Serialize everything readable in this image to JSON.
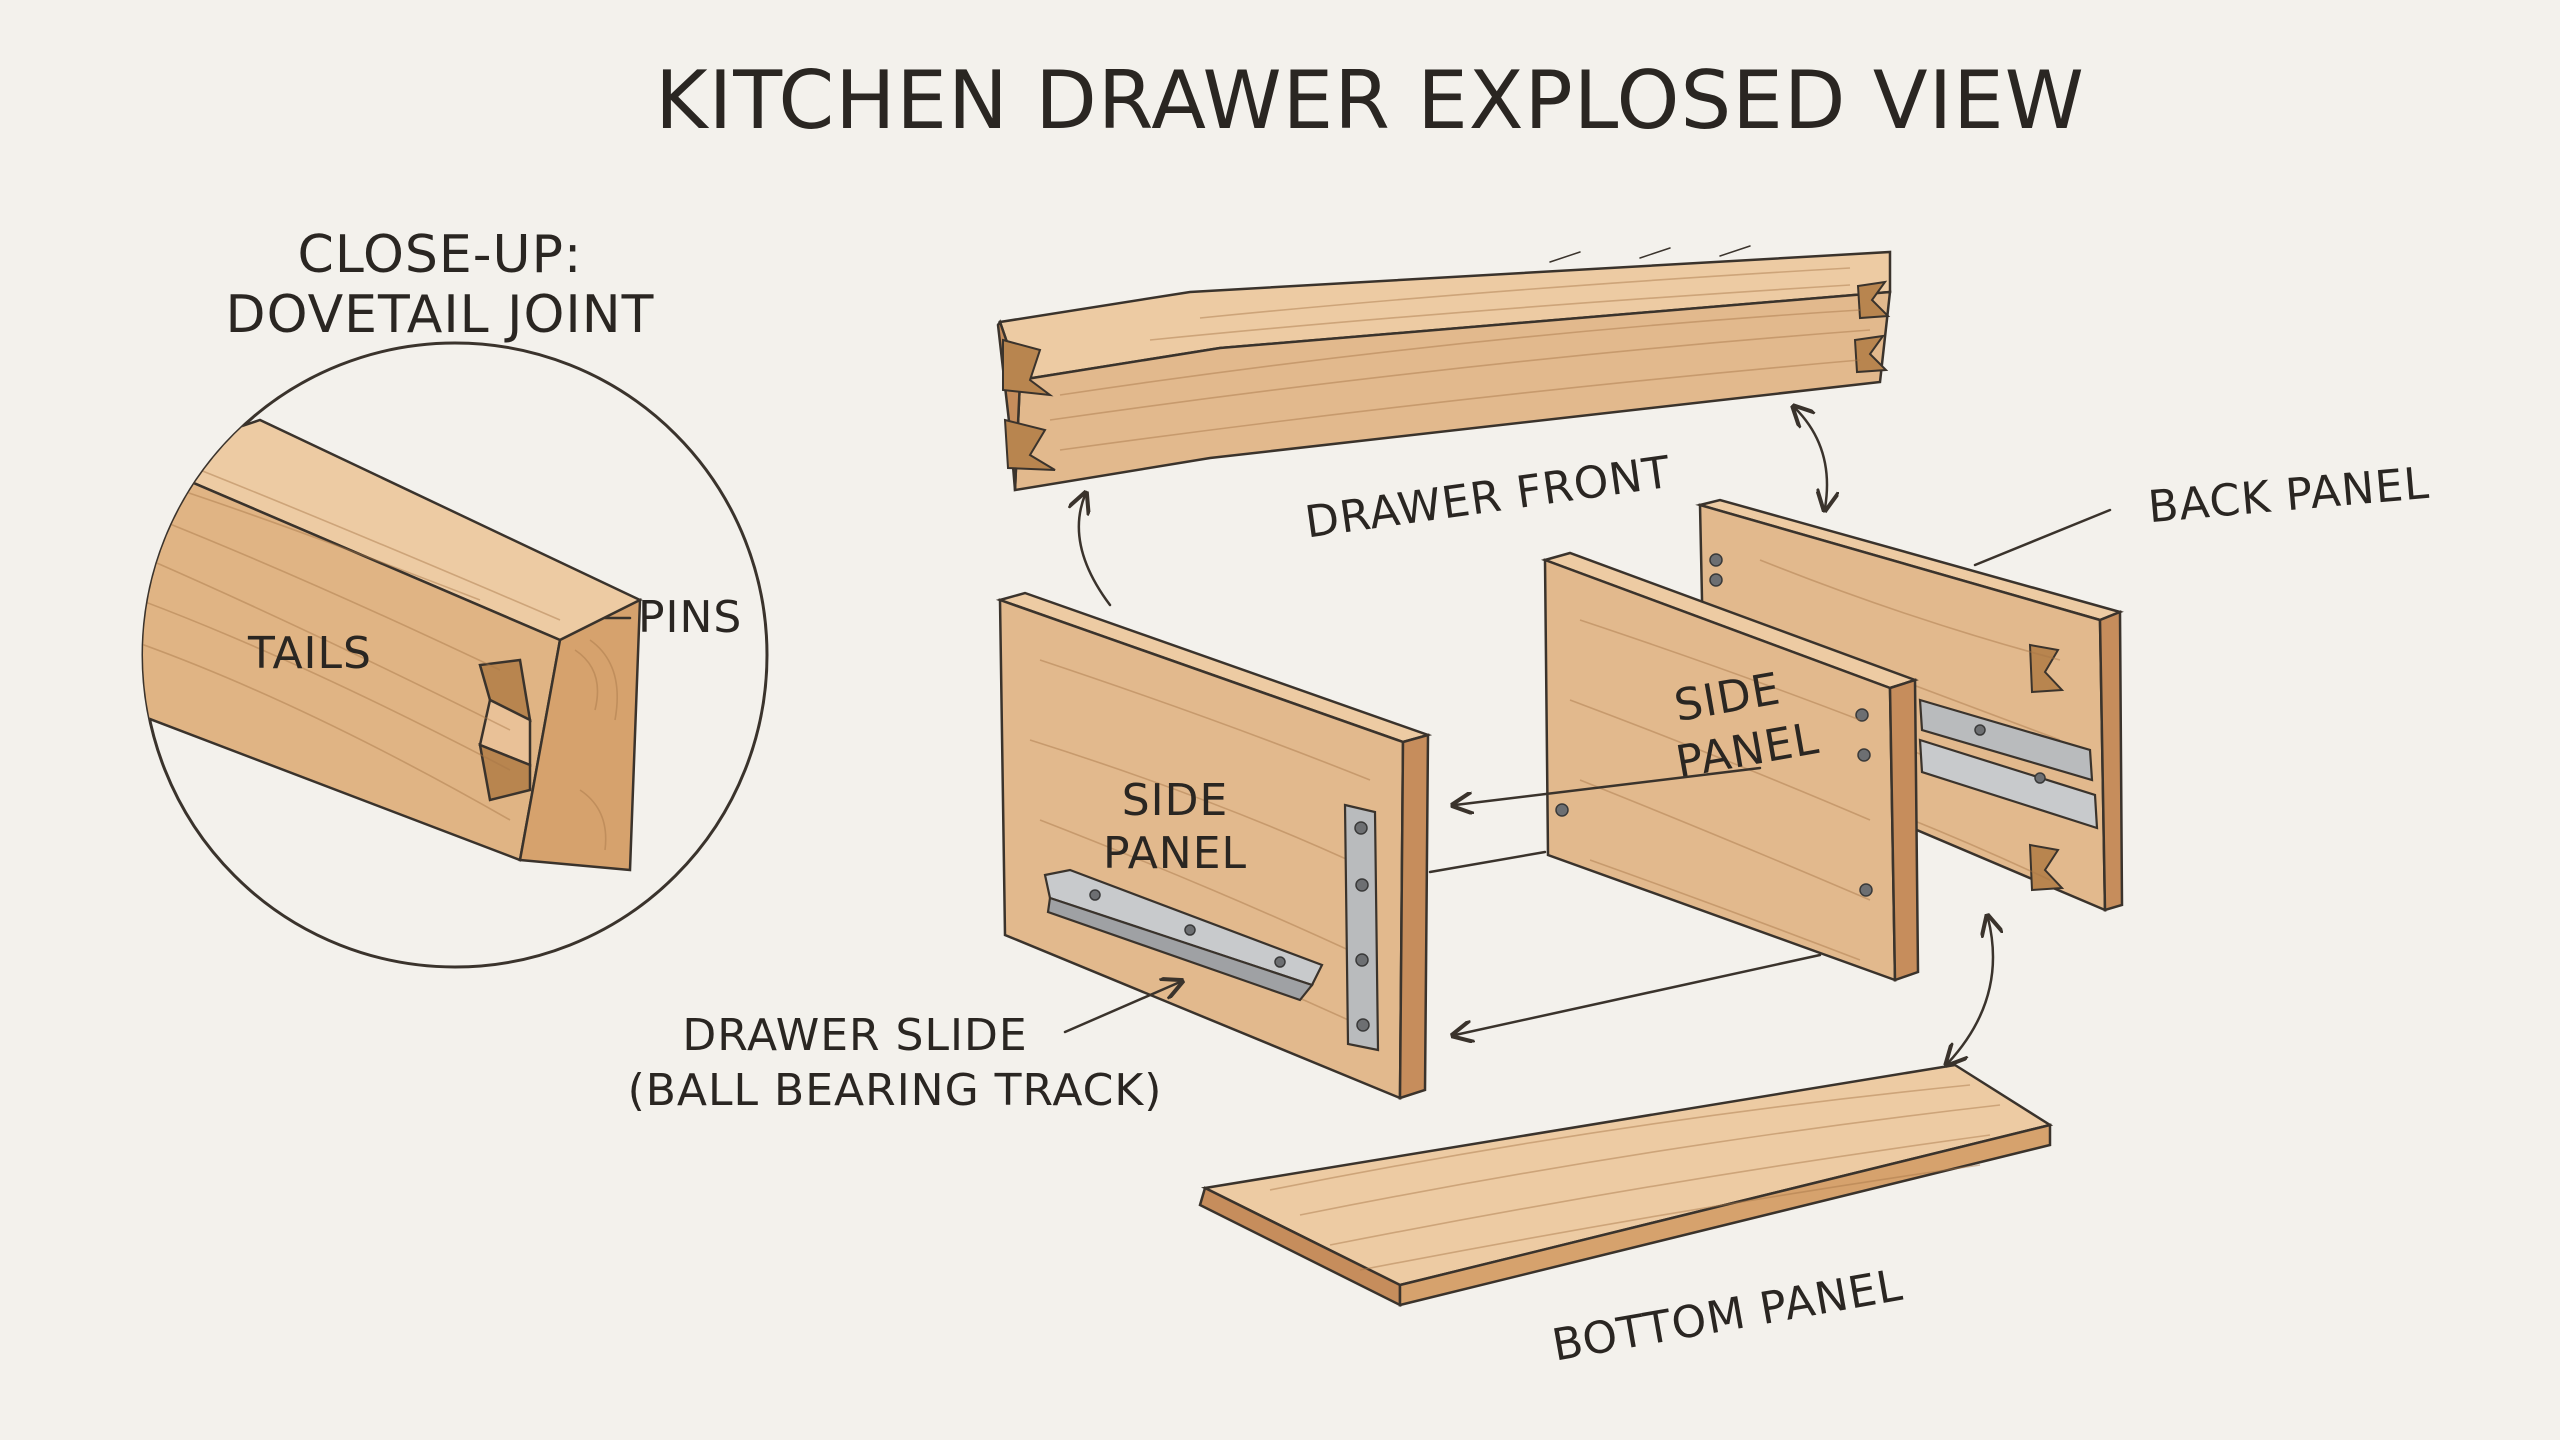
{
  "title": "KITCHEN DRAWER EXPLOSED VIEW",
  "closeup": {
    "heading_line1": "CLOSE-UP:",
    "heading_line2": "DOVETAIL JOINT",
    "tails_label": "TAILS",
    "pins_label": "PINS"
  },
  "labels": {
    "drawer_front": "DRAWER FRONT",
    "back_panel": "BACK PANEL",
    "side_panel_left_line1": "SIDE",
    "side_panel_left_line2": "PANEL",
    "side_panel_right_line1": "SIDE",
    "side_panel_right_line2": "PANEL",
    "drawer_slide_line1": "DRAWER SLIDE",
    "drawer_slide_line2": "(BALL BEARING TRACK)",
    "bottom_panel": "BOTTOM PANEL"
  },
  "colors": {
    "paper": "#f3f1ec",
    "wood_face": "#e2b98d",
    "wood_top": "#edcba3",
    "wood_edge": "#c68d5c",
    "metal": "#b9bbbd",
    "ink": "#3a332c"
  }
}
